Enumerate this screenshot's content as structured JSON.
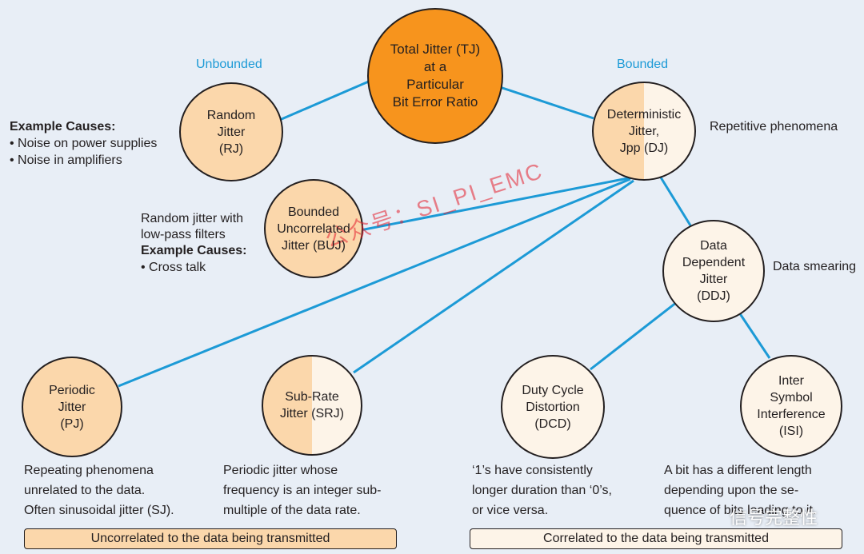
{
  "categories": {
    "unbounded": "Unbounded",
    "bounded": "Bounded"
  },
  "nodes": {
    "tj": "Total Jitter (TJ)\nat a\nParticular\nBit Error Ratio",
    "rj": "Random\nJitter\n(RJ)",
    "dj": "Deterministic\nJitter,\nJpp (DJ)",
    "buj": "Bounded\nUncorrelated\nJitter (BUJ)",
    "ddj": "Data\nDependent\nJitter\n(DDJ)",
    "pj": "Periodic\nJitter\n(PJ)",
    "srj": "Sub-Rate\nJitter (SRJ)",
    "dcd": "Duty Cycle\nDistortion\n(DCD)",
    "isi": "Inter\nSymbol\nInterference\n(ISI)"
  },
  "rj_causes": {
    "heading": "Example Causes:",
    "items": [
      "Noise on power supplies",
      "Noise in amplifiers"
    ]
  },
  "buj_notes": {
    "line1": "Random jitter with",
    "line2": "low-pass filters",
    "heading": "Example Causes:",
    "items": [
      "Cross talk"
    ]
  },
  "dj_note": "Repetitive phenomena",
  "ddj_note": "Data smearing",
  "descriptions": {
    "pj": [
      "Repeating phenomena",
      "unrelated to the data.",
      "Often sinusoidal jitter (SJ)."
    ],
    "srj": [
      "Periodic jitter whose",
      "frequency is an integer sub-",
      "multiple of the data rate."
    ],
    "dcd": [
      "‘1’s have consistently",
      "longer duration than ‘0’s,",
      "or vice versa."
    ],
    "isi": [
      "A bit has a different length",
      "depending upon the se-",
      "quence of bits leading to it."
    ]
  },
  "bands": {
    "uncorrelated": "Uncorrelated to the data being transmitted",
    "correlated": "Correlated to the data being transmitted"
  },
  "watermark": "公众号：SI_PI_EMC",
  "wechat_label": "信号完整性",
  "colors": {
    "link": "#1c9ad6",
    "orange": "#f7941d",
    "light": "#fbd7ab",
    "cream": "#fdf4e8"
  }
}
